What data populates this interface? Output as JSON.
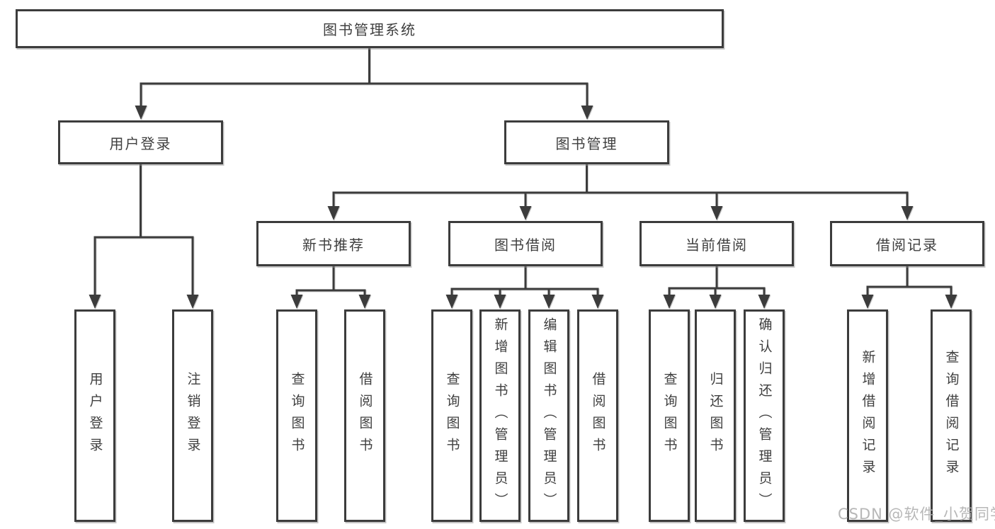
{
  "diagram": {
    "root": {
      "label": "图书管理系统"
    },
    "level1": [
      {
        "id": "user-login",
        "label": "用户登录"
      },
      {
        "id": "book-management",
        "label": "图书管理"
      }
    ],
    "level2": [
      {
        "id": "new-book-recommend",
        "label": "新书推荐"
      },
      {
        "id": "book-borrow",
        "label": "图书借阅"
      },
      {
        "id": "current-borrow",
        "label": "当前借阅"
      },
      {
        "id": "borrow-record",
        "label": "借阅记录"
      }
    ],
    "leaves": [
      {
        "id": "user-login",
        "label": "用户登录"
      },
      {
        "id": "logout",
        "label": "注销登录"
      },
      {
        "id": "query-book-recommend",
        "label": "查询图书"
      },
      {
        "id": "borrow-book-recommend",
        "label": "借阅图书"
      },
      {
        "id": "query-book-borrow",
        "label": "查询图书"
      },
      {
        "id": "add-book-admin",
        "label": "新增图书（管理员）"
      },
      {
        "id": "edit-book-admin",
        "label": "编辑图书（管理员）"
      },
      {
        "id": "borrow-book",
        "label": "借阅图书"
      },
      {
        "id": "query-book-current",
        "label": "查询图书"
      },
      {
        "id": "return-book",
        "label": "归还图书"
      },
      {
        "id": "confirm-return-admin",
        "label": "确认归还（管理员）"
      },
      {
        "id": "add-borrow-record",
        "label": "新增借阅记录"
      },
      {
        "id": "query-borrow-record",
        "label": "查询借阅记录"
      }
    ],
    "watermark": "CSDN @软件_小贺同学",
    "colors": {
      "line": "#3c3c3c",
      "box_border": "#3c3c3c",
      "box_fill": "#ffffff",
      "text": "#3f3f3f",
      "watermark": "#afafaf"
    }
  }
}
